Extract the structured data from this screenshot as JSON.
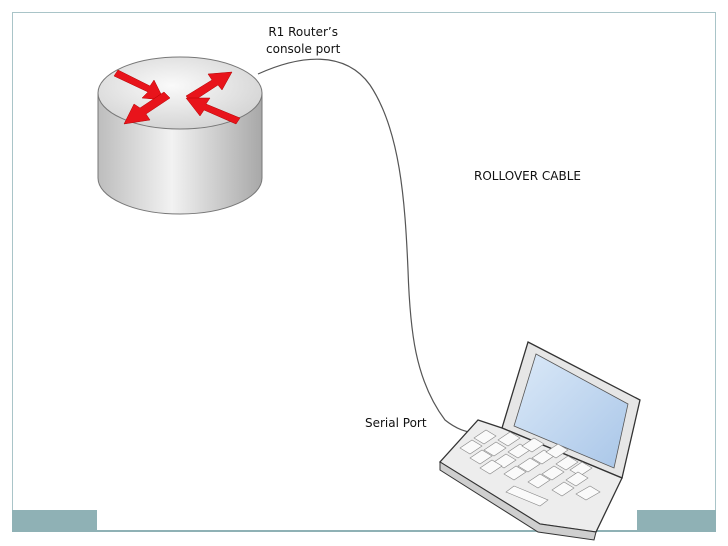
{
  "labels": {
    "router_port_line1": "R1 Router’s",
    "router_port_line2": "console port",
    "cable": "ROLLOVER CABLE",
    "serial_port": "Serial Port"
  },
  "colors": {
    "router_body": "#d9d9d9",
    "router_arrows": "#e8141b",
    "cable": "#555555",
    "laptop_screen": "#b9d3ee",
    "accent_bar": "#8fb1b5"
  },
  "icons": {
    "router": "router-icon",
    "laptop": "laptop-icon"
  }
}
